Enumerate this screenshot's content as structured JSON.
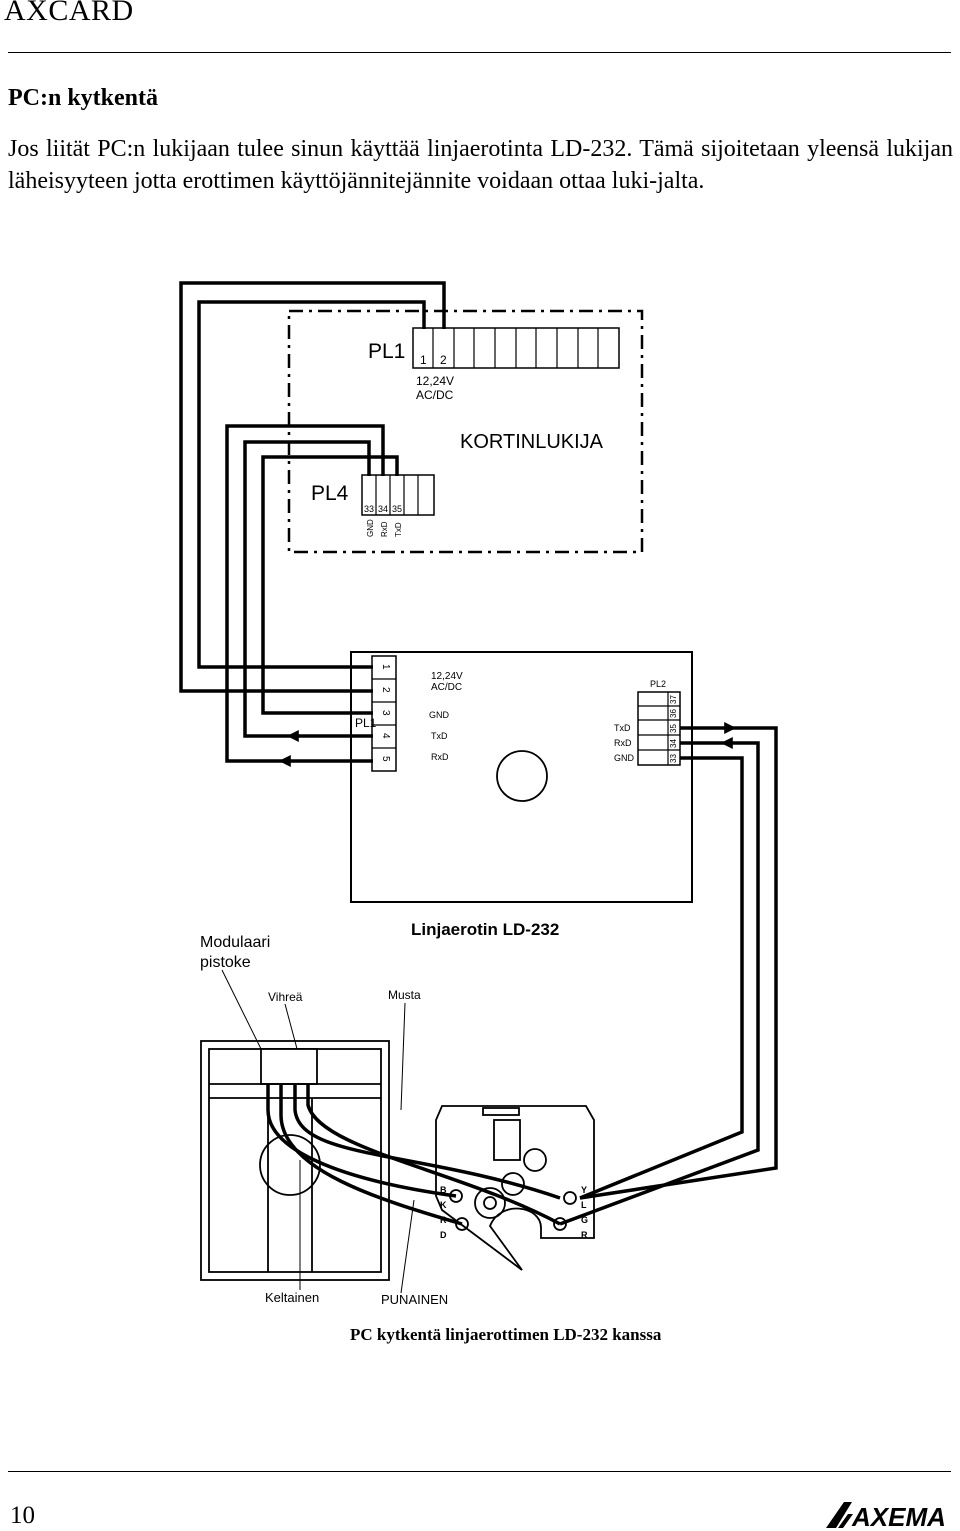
{
  "header": {
    "title": "AXCARD"
  },
  "section": {
    "heading": "PC:n kytkentä",
    "paragraph": "Jos liität PC:n lukijaan tulee sinun käyttää linjaerotinta LD-232. Tämä sijoitetaan yleensä lukijan läheisyyteen jotta erottimen käyttöjännitejännite voidaan ottaa luki-jalta."
  },
  "diagram": {
    "reader": {
      "pl1_label": "PL1",
      "pl1_pin1": "1",
      "pl1_pin2": "2",
      "voltage_line1": "12,24V",
      "voltage_line2": "AC/DC",
      "title": "KORTINLUKIJA",
      "pl4_label": "PL4",
      "pl4_pin33": "33",
      "pl4_pin34": "34",
      "pl4_pin35": "35",
      "pl4_sig_gnd": "GND",
      "pl4_sig_rxd": "RxD",
      "pl4_sig_txd": "TxD"
    },
    "separator": {
      "pins": [
        "1",
        "2",
        "3",
        "4",
        "5"
      ],
      "pl1_label": "PL1",
      "voltage_line1": "12,24V",
      "voltage_line2": "AC/DC",
      "sig_gnd": "GND",
      "sig_txd": "TxD",
      "sig_rxd": "RxD",
      "pl2_label": "PL2",
      "pl2_pins": [
        "37",
        "36",
        "35",
        "34",
        "33"
      ],
      "pl2_txd": "TxD",
      "pl2_rxd": "RxD",
      "pl2_gnd": "GND",
      "title": "Linjaerotin LD-232"
    },
    "plug": {
      "label_line1": "Modulaari",
      "label_line2": "pistoke",
      "vihrea": "Vihreä",
      "musta": "Musta",
      "keltainen": "Keltainen",
      "punainen": "PUNAINEN",
      "left_letters": [
        "B",
        "K",
        "R",
        "D"
      ],
      "right_letters": [
        "Y",
        "L",
        "G",
        "R"
      ]
    },
    "caption": "PC kytkentä linjaerottimen LD-232 kanssa"
  },
  "footer": {
    "page_number": "10",
    "logo_text": "AXEMA"
  }
}
